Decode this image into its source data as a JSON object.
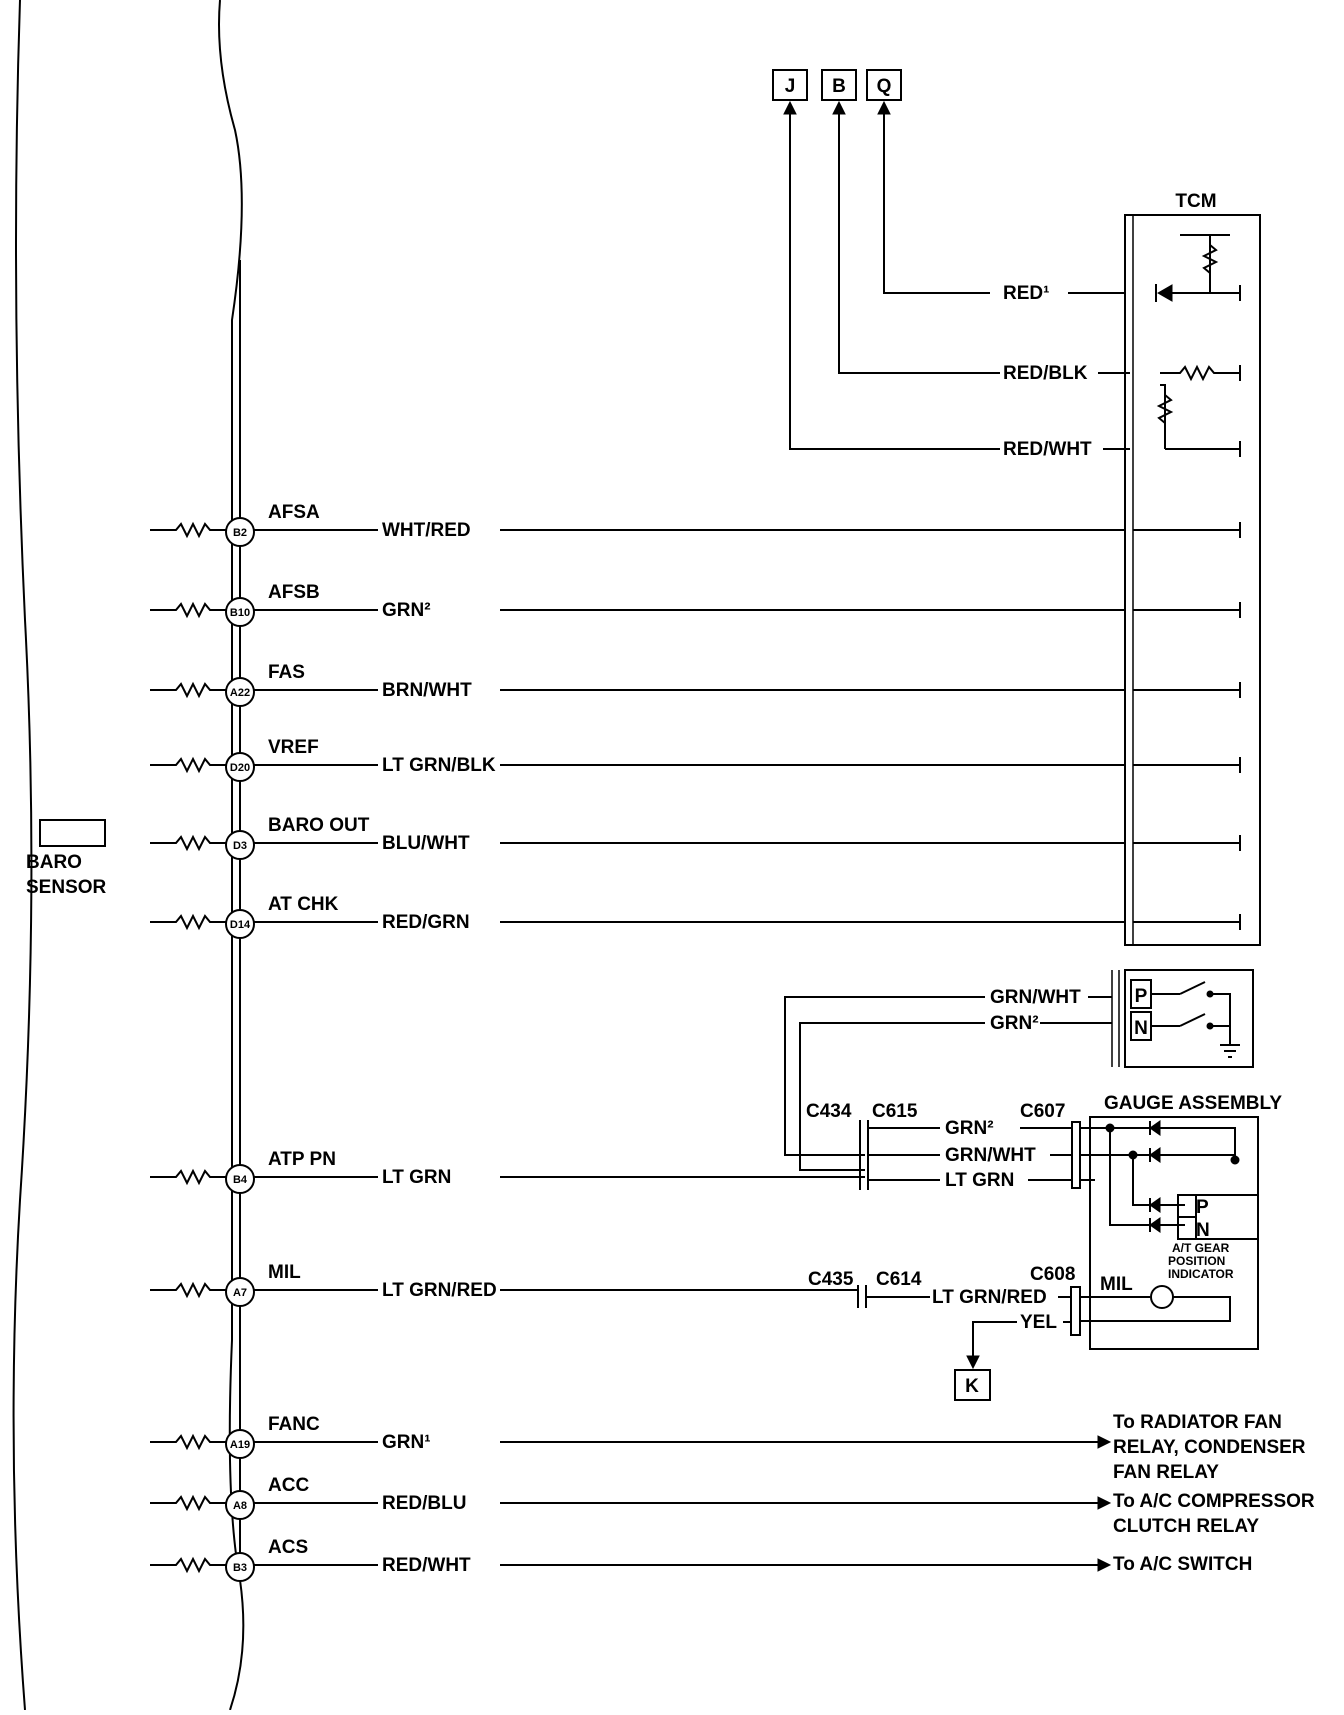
{
  "connectors": {
    "J": "J",
    "B": "B",
    "Q": "Q",
    "K": "K"
  },
  "tcm": {
    "title": "TCM",
    "wires": [
      "RED¹",
      "RED/BLK",
      "RED/WHT"
    ]
  },
  "pcm_pins": [
    {
      "pin": "B2",
      "name": "AFSA",
      "wire": "WHT/RED"
    },
    {
      "pin": "B10",
      "name": "AFSB",
      "wire": "GRN²"
    },
    {
      "pin": "A22",
      "name": "FAS",
      "wire": "BRN/WHT"
    },
    {
      "pin": "D20",
      "name": "VREF",
      "wire": "LT GRN/BLK"
    },
    {
      "pin": "D3",
      "name": "BARO OUT",
      "wire": "BLU/WHT"
    },
    {
      "pin": "D14",
      "name": "AT CHK",
      "wire": "RED/GRN"
    },
    {
      "pin": "B4",
      "name": "ATP PN",
      "wire": "LT GRN"
    },
    {
      "pin": "A7",
      "name": "MIL",
      "wire": "LT GRN/RED"
    },
    {
      "pin": "A19",
      "name": "FANC",
      "wire": "GRN¹"
    },
    {
      "pin": "A8",
      "name": "ACC",
      "wire": "RED/BLU"
    },
    {
      "pin": "B3",
      "name": "ACS",
      "wire": "RED/WHT"
    }
  ],
  "baro_sensor": {
    "line1": "BARO",
    "line2": "SENSOR"
  },
  "switch_box": {
    "wire_p": "GRN/WHT",
    "wire_n": "GRN²",
    "label_p": "P",
    "label_n": "N"
  },
  "connectors_mid": {
    "c434": "C434",
    "c615": "C615",
    "c607": "C607",
    "c435": "C435",
    "c614": "C614",
    "c608": "C608"
  },
  "gauge": {
    "title": "GAUGE ASSEMBLY",
    "wires": [
      "GRN²",
      "GRN/WHT",
      "LT GRN"
    ],
    "p": "P",
    "n": "N",
    "indicator_l1": "A/T GEAR",
    "indicator_l2": "POSITION",
    "indicator_l3": "INDICATOR",
    "mil": "MIL",
    "mil_wire": "LT GRN/RED",
    "yel_wire": "YEL"
  },
  "destinations": {
    "fan_l1": "To RADIATOR FAN",
    "fan_l2": "RELAY, CONDENSER",
    "fan_l3": "FAN RELAY",
    "acc_l1": "To A/C COMPRESSOR",
    "acc_l2": "CLUTCH RELAY",
    "acs": "To A/C SWITCH"
  }
}
